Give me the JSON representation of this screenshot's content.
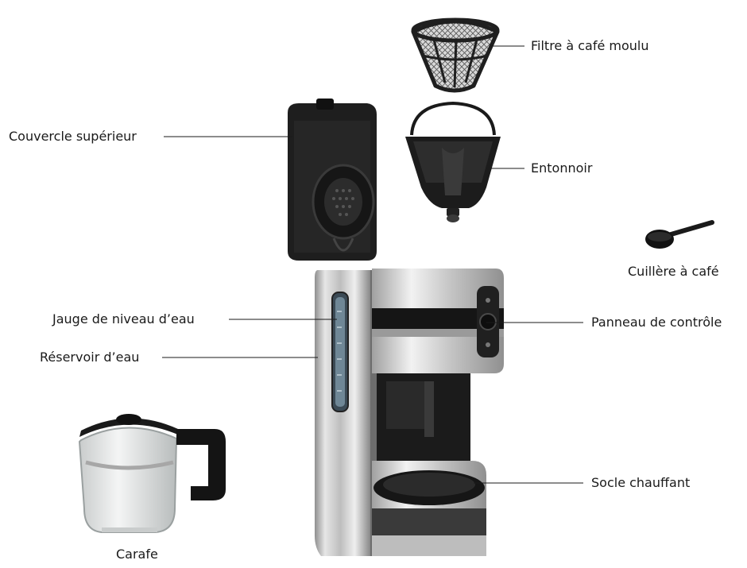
{
  "labels": {
    "filtre": "Filtre à café moulu",
    "couvercle": "Couvercle supérieur",
    "entonnoir": "Entonnoir",
    "cuillere": "Cuillère à café",
    "jauge": "Jauge de niveau d’eau",
    "panneau": "Panneau de contrôle",
    "reservoir": "Réservoir d’eau",
    "socle": "Socle chauffant",
    "carafe": "Carafe"
  },
  "colors": {
    "steel_light": "#d9d9d9",
    "steel_dark": "#8a8a8a",
    "plastic_black": "#1f1f1f",
    "glass": "#e9ecec"
  }
}
